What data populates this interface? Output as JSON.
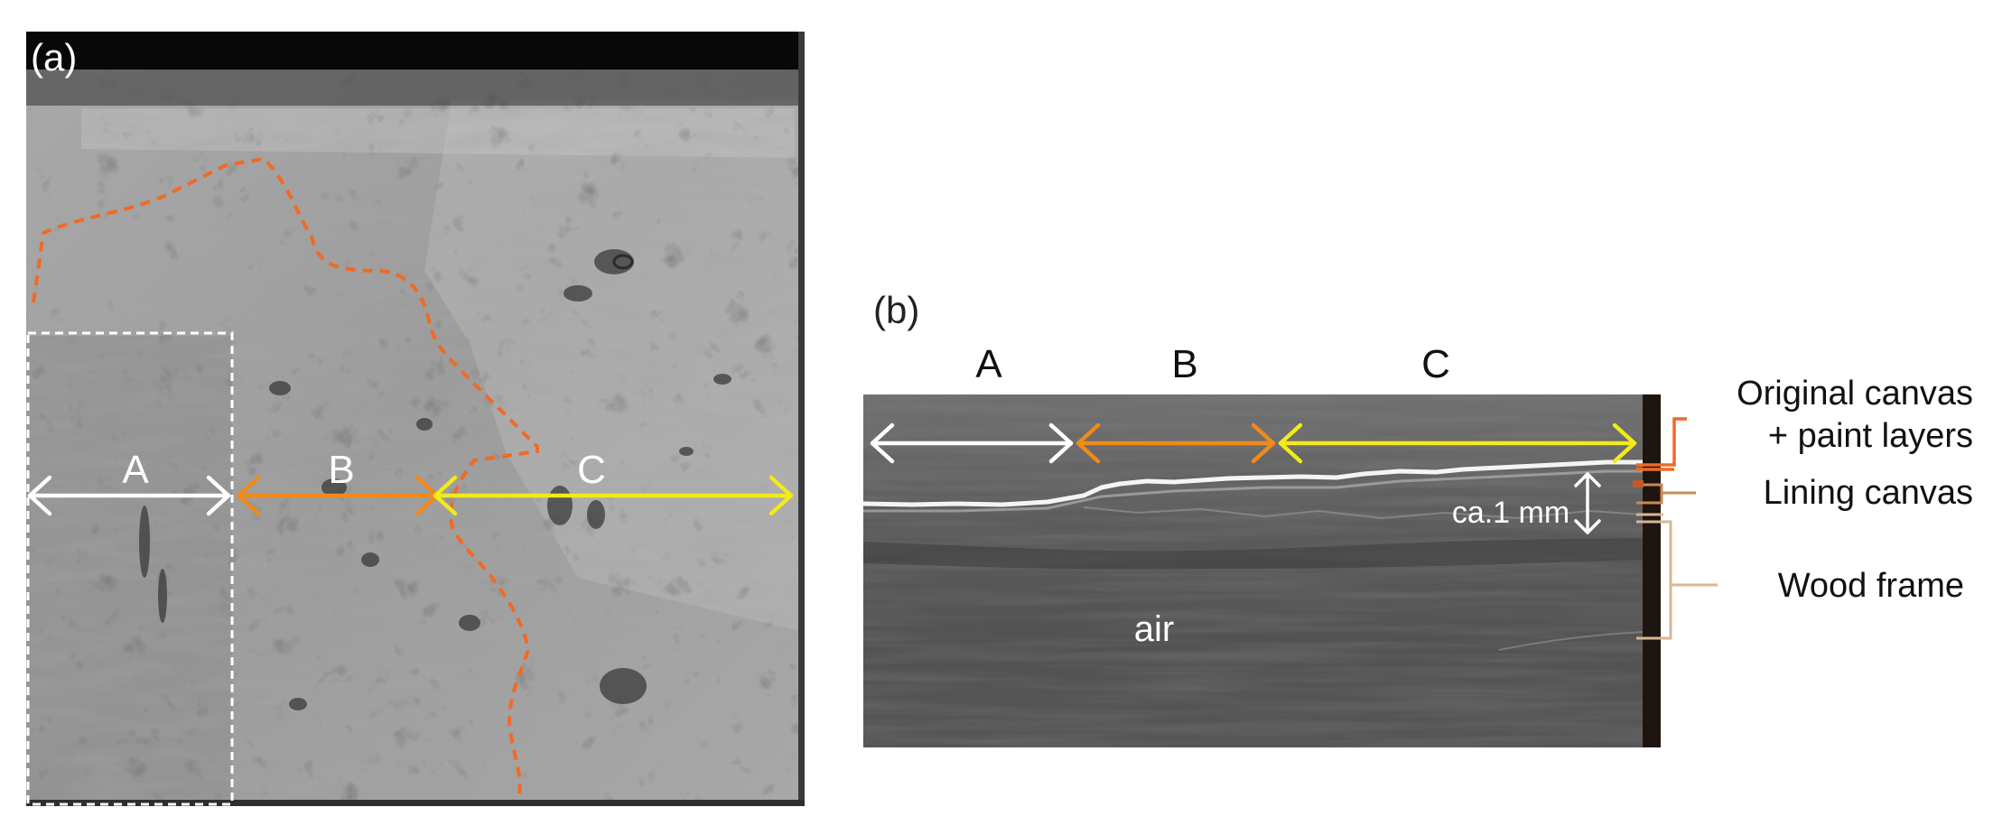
{
  "panel_a": {
    "label": "(a)",
    "regions": {
      "a": "A",
      "b": "B",
      "c": "C"
    }
  },
  "panel_b": {
    "label": "(b)",
    "regions": {
      "a": "A",
      "b": "B",
      "c": "C"
    },
    "thickness_label": "ca.1 mm",
    "air_label": "air",
    "layers": {
      "original_line1": "Original canvas",
      "original_line2": "+ paint layers",
      "lining": "Lining canvas",
      "wood": "Wood frame"
    }
  },
  "colors": {
    "region_a": "#ffffff",
    "region_b": "#f08a1c",
    "region_c": "#f2ea1a",
    "boundary_dashed": "#f06a24",
    "callout_original": "#f06a24",
    "callout_lining": "#c98a55",
    "callout_wood": "#d8b796"
  }
}
